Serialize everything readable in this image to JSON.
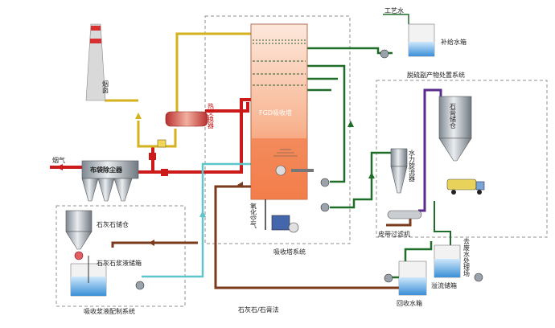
{
  "labels": {
    "chimney": "烟囱",
    "flue_gas": "烟气",
    "bag_filter": "布袋除尘器",
    "heat_exchanger": "热交换器",
    "fgd_tower": "FGD吸收塔",
    "oxidation_air": "氧化空气",
    "absorber_system": "吸收塔系统",
    "process_water": "工艺水",
    "makeup_tank": "补给水箱",
    "byproduct_system": "脱硫副产物处置系统",
    "gypsum_silo": "石膏储仓",
    "hydrocyclone": "水力旋流器",
    "belt_filter": "皮带过滤机",
    "wastewater": "去废水处理场",
    "overflow_tank": "溢流储箱",
    "recovery_tank": "回收水箱",
    "limestone_silo": "石灰石储仓",
    "slurry_tank": "石灰石浆液储箱",
    "slurry_system": "吸收浆液配制系统",
    "process_name": "石灰石/石膏法"
  },
  "colors": {
    "flue_gas": "#cc1a1a",
    "clean_gas": "#d4b21e",
    "slurry": "#7a3a1c",
    "water": "#1e6e2a",
    "limestone_slurry": "#5cc6c8",
    "gypsum": "#5a2b8a",
    "tower_fill": "#f7a27a"
  }
}
